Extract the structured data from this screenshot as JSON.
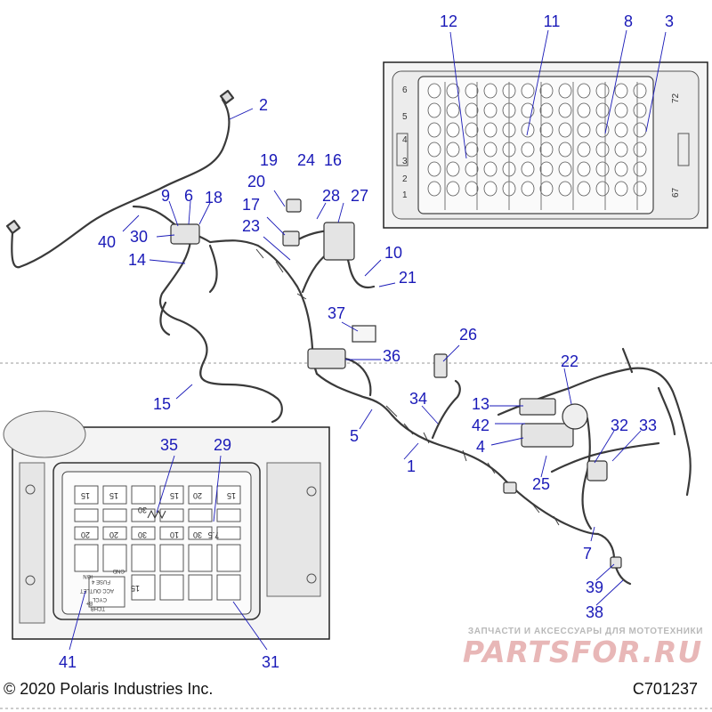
{
  "footer": {
    "copyright": "© 2020 Polaris Industries Inc.",
    "drawing_id": "C701237"
  },
  "watermark": {
    "tagline": "ЗАПЧАСТИ И АКСЕССУАРЫ ДЛЯ МОТОТЕХНИКИ",
    "logo": "PARTSFOR.RU"
  },
  "callouts": [
    "1",
    "2",
    "3",
    "4",
    "5",
    "6",
    "7",
    "8",
    "9",
    "10",
    "11",
    "12",
    "13",
    "14",
    "15",
    "16",
    "17",
    "18",
    "19",
    "20",
    "21",
    "22",
    "23",
    "24",
    "25",
    "26",
    "27",
    "28",
    "29",
    "30",
    "31",
    "32",
    "33",
    "34",
    "35",
    "36",
    "37",
    "38",
    "39",
    "40",
    "41",
    "42"
  ],
  "connector_inset": {
    "side_left": [
      "6",
      "5",
      "4",
      "3",
      "2",
      "1"
    ],
    "side_right": [
      "72",
      "67"
    ]
  },
  "fuse_box_inset": {
    "fuse_ratings": [
      "15",
      "15",
      "30",
      "15",
      "20",
      "15",
      "20",
      "20",
      "30",
      "10",
      "30",
      "7.5",
      "15"
    ],
    "relay_text": [
      "CYCL",
      "GND",
      "FUSE 4",
      "ACC OUTLET",
      "TCHB",
      "IGN",
      "B+"
    ]
  },
  "colors": {
    "callout": "#1a1ab8",
    "line_art": "#3a3a3a",
    "watermark_red": "#e8b7b7"
  }
}
